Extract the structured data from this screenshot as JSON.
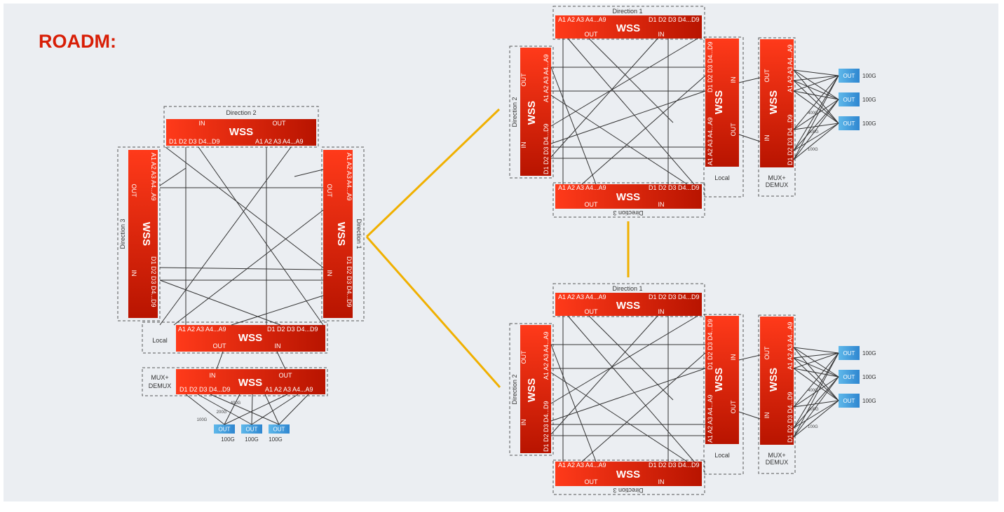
{
  "title": "ROADM:",
  "labels": {
    "wss": "WSS",
    "in": "IN",
    "out": "OUT",
    "add_ports": "A1 A2 A3 A4...A9",
    "drop_ports": "D1 D2 D3 D4...D9",
    "drop_ports_short": "D1 D2 D3 D4...D9",
    "direction_1": "Direction 1",
    "direction_2": "Direction 2",
    "direction_3": "Direction 3",
    "local": "Local",
    "mux_demux": "MUX+\nDEMUX",
    "rate_400": "400G",
    "rate_200": "200G",
    "rate_100": "100G",
    "transceiver_out": "OUT",
    "transceiver_rate": "100G"
  },
  "colors": {
    "wss_start": "#ff3a1a",
    "wss_end": "#b81400",
    "trx_start": "#5fb8ea",
    "trx_end": "#2e86d0",
    "link": "#f0b000",
    "title": "#d81e06"
  }
}
